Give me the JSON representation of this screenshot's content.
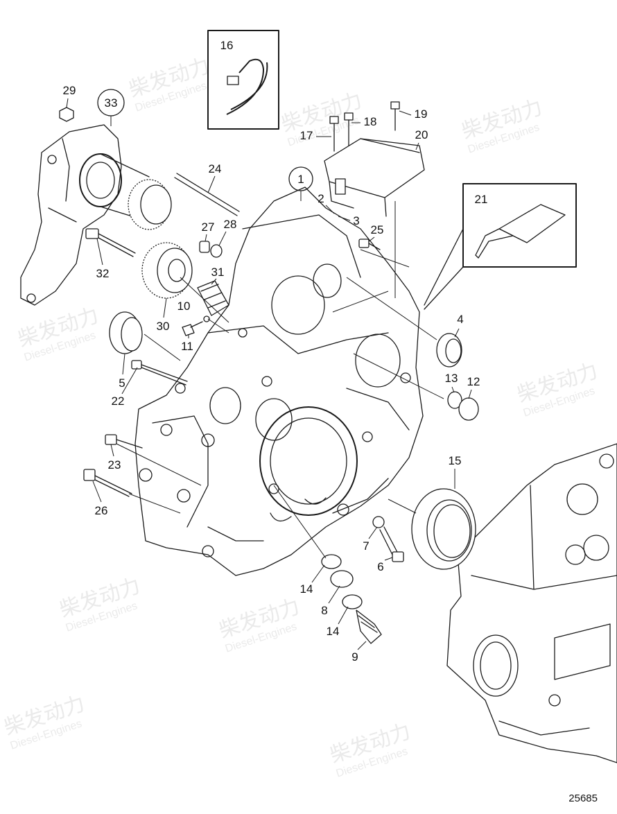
{
  "drawing_number": "25685",
  "watermark": {
    "brand": "柴发动力",
    "sub": "Diesel-Engines"
  },
  "callouts": [
    {
      "id": "c1",
      "text": "1",
      "circled": true
    },
    {
      "id": "c2",
      "text": "2"
    },
    {
      "id": "c3",
      "text": "3"
    },
    {
      "id": "c4",
      "text": "4"
    },
    {
      "id": "c5",
      "text": "5"
    },
    {
      "id": "c6",
      "text": "6"
    },
    {
      "id": "c7",
      "text": "7"
    },
    {
      "id": "c8",
      "text": "8"
    },
    {
      "id": "c9",
      "text": "9"
    },
    {
      "id": "c10",
      "text": "10"
    },
    {
      "id": "c11",
      "text": "11"
    },
    {
      "id": "c12",
      "text": "12"
    },
    {
      "id": "c13",
      "text": "13"
    },
    {
      "id": "c14a",
      "text": "14"
    },
    {
      "id": "c14b",
      "text": "14"
    },
    {
      "id": "c15",
      "text": "15"
    },
    {
      "id": "c16",
      "text": "16"
    },
    {
      "id": "c17",
      "text": "17"
    },
    {
      "id": "c18",
      "text": "18"
    },
    {
      "id": "c19",
      "text": "19"
    },
    {
      "id": "c20",
      "text": "20"
    },
    {
      "id": "c21",
      "text": "21"
    },
    {
      "id": "c22",
      "text": "22"
    },
    {
      "id": "c23",
      "text": "23"
    },
    {
      "id": "c24",
      "text": "24"
    },
    {
      "id": "c25",
      "text": "25"
    },
    {
      "id": "c26",
      "text": "26"
    },
    {
      "id": "c27",
      "text": "27"
    },
    {
      "id": "c28",
      "text": "28"
    },
    {
      "id": "c29",
      "text": "29"
    },
    {
      "id": "c30",
      "text": "30"
    },
    {
      "id": "c31",
      "text": "31"
    },
    {
      "id": "c32",
      "text": "32"
    },
    {
      "id": "c33",
      "text": "33",
      "circled": true
    }
  ]
}
